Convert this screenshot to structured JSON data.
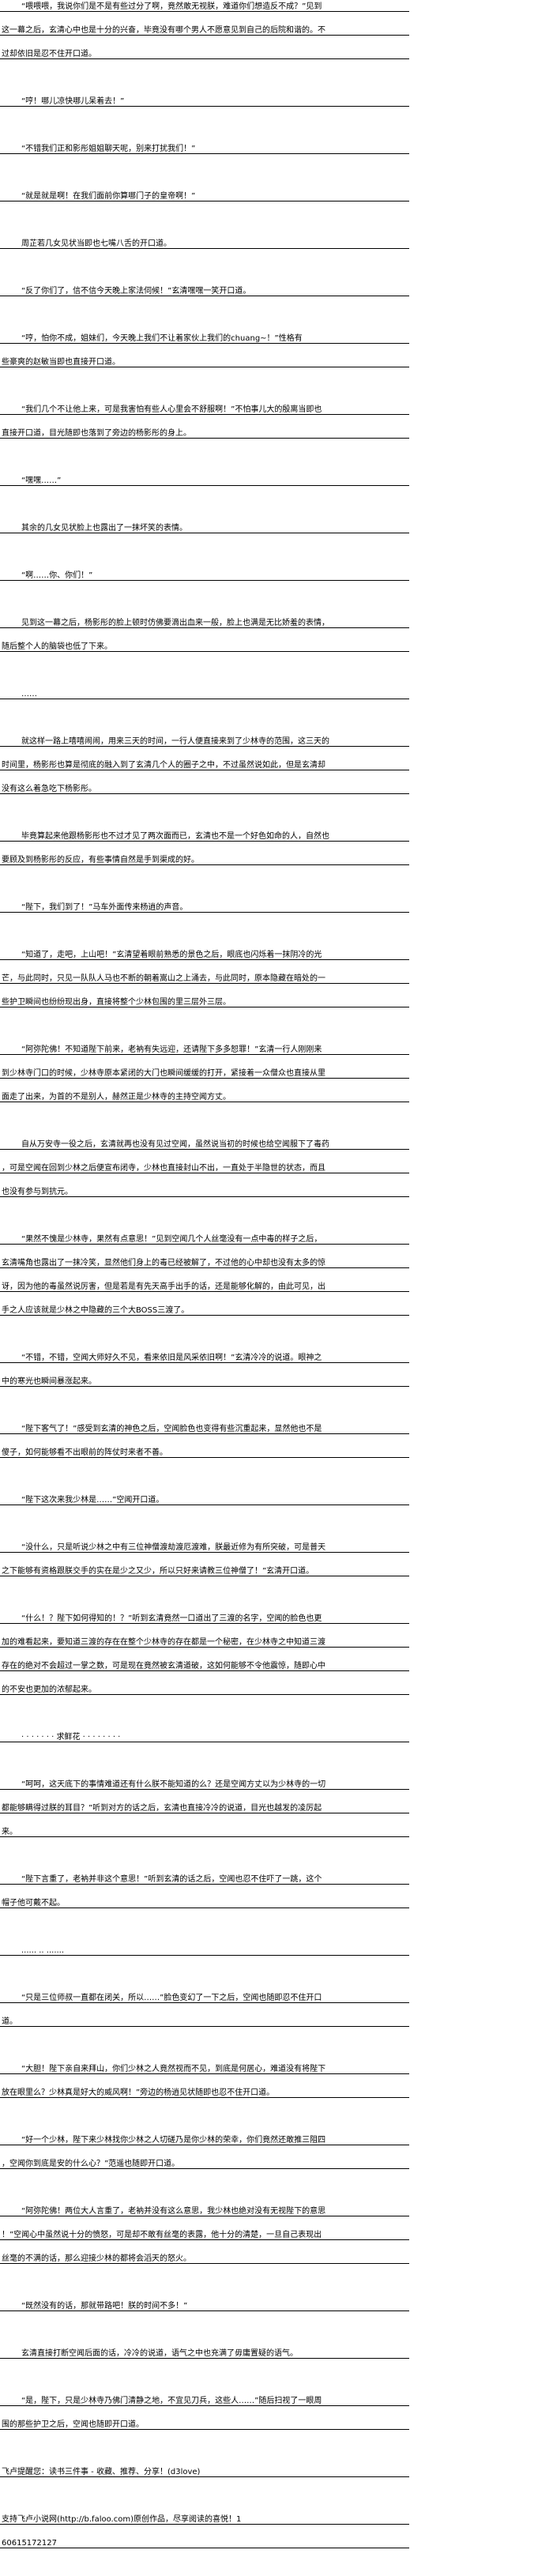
{
  "story": {
    "paragraphs": [
      [
        "“喂喂喂，我说你们是不是有些过分了啊，竟然敢无视朕，难道你们想造反不成？”见到",
        "这一幕之后，玄清心中也是十分的兴奋，毕竟没有哪个男人不愿意见到自己的后院和谐的。不",
        "过却依旧是忍不住开口道。"
      ],
      [
        "“哼！哪儿凉快哪儿呆着去！”"
      ],
      [
        "“不错我们正和影彤姐姐聊天呢，别来打扰我们！”"
      ],
      [
        "“就是就是啊！在我们面前你算哪门子的皇帝啊！”"
      ],
      [
        "周芷若几女见状当即也七嘴八舌的开口道。"
      ],
      [
        "“反了你们了，信不信今天晚上家法伺候！”玄清嘿嘿一笑开口道。"
      ],
      [
        "“哼，怕你不成，姐妹们，今天晚上我们不让着家伙上我们的chuang~！”性格有",
        "些豪爽的赵敏当即也直接开口道。"
      ],
      [
        "“我们几个不让他上来，可是我害怕有些人心里会不舒服啊！”不怕事儿大的殷离当即也",
        "直接开口道，目光随即也落到了旁边的杨影彤的身上。"
      ],
      [
        "“嘿嘿……”"
      ],
      [
        "其余的几女见状脸上也露出了一抹坏笑的表情。"
      ],
      [
        "“啊……你、你们！”"
      ],
      [
        "见到这一幕之后，杨影彤的脸上顿时仿佛要滴出血来一般，脸上也满是无比娇羞的表情，",
        "随后整个人的脑袋也低了下来。"
      ],
      [
        "……"
      ],
      [
        "就这样一路上嘻嘻闹闹，用来三天的时间，一行人便直接来到了少林寺的范围，这三天的",
        "时间里，杨影彤也算是彻底的融入到了玄清几个人的圈子之中，不过虽然说如此，但是玄清却",
        "没有这么着急吃下杨影彤。"
      ],
      [
        "毕竟算起来他跟杨影彤也不过才见了两次面而已，玄清也不是一个好色如命的人，自然也",
        "要顾及到杨影彤的反应，有些事情自然是手到渠成的好。"
      ],
      [
        "“陛下，我们到了！”马车外面传来杨逍的声音。"
      ],
      [
        "“知道了，走吧，上山吧！”玄清望着眼前熟悉的景色之后，眼底也闪烁着一抹阴冷的光",
        "芒，与此同时，只见一队队人马也不断的朝着嵩山之上涌去，与此同时，原本隐藏在暗处的一",
        "些护卫瞬间也纷纷现出身，直接将整个少林包围的里三层外三层。"
      ],
      [
        "“阿弥陀佛！不知道陛下前来，老衲有失远迎，还请陛下多多恕罪！”玄清一行人刚刚来",
        "到少林寺门口的时候，少林寺原本紧闭的大门也瞬间缓缓的打开，紧接着一众僧众也直接从里",
        "面走了出来，为首的不是别人，赫然正是少林寺的主持空闻方丈。"
      ],
      [
        "自从万安寺一役之后，玄清就再也没有见过空闻，虽然说当初的时候也给空闻服下了毒药",
        "，可是空闻在回到少林之后便宣布闭寺，少林也直接封山不出，一直处于半隐世的状态，而且",
        "也没有参与到抗元。"
      ],
      [
        "“果然不愧是少林寺，果然有点意思！”见到空闻几个人丝毫没有一点中毒的样子之后，",
        "玄清嘴角也露出了一抹冷笑，显然他们身上的毒已经被解了，不过他的心中却也没有太多的惊",
        "讶，因为他的毒虽然说厉害，但是若是有先天高手出手的话，还是能够化解的，由此可见，出",
        "手之人应该就是少林之中隐藏的三个大BOSS三渡了。"
      ],
      [
        "“不错，不错，空闻大师好久不见，看来依旧是风采依旧啊！”玄清冷冷的说道。眼神之",
        "中的寒光也瞬间暴涨起来。"
      ],
      [
        "“陛下客气了！”感受到玄清的神色之后，空闻脸色也变得有些沉重起来，显然他也不是",
        "傻子，如何能够看不出眼前的阵仗时来者不善。"
      ],
      [
        "“陛下这次来我少林是……”空闻开口道。"
      ],
      [
        "“没什么，只是听说少林之中有三位神僧渡劫渡厄渡难，朕最近修为有所突破，可是普天",
        "之下能够有资格跟朕交手的实在是少之又少，所以只好来请教三位神僧了！”玄清开口道。"
      ],
      [
        "“什么！？陛下如何得知的！？”听到玄清竟然一口道出了三渡的名字，空闻的脸色也更",
        "加的难看起来，要知道三渡的存在在整个少林寺的存在都是一个秘密，在少林寺之中知道三渡",
        "存在的绝对不会超过一掌之数，可是现在竟然被玄清道破，这如何能够不令他震惊，随即心中",
        "的不安也更加的浓郁起来。"
      ],
      [
        "· · · · · · · 求鲜花 · · · · · · · ·"
      ],
      [
        "“呵呵，这天底下的事情难道还有什么朕不能知道的么？还是空闻方丈以为少林寺的一切",
        "都能够瞒得过朕的耳目？”听到对方的话之后，玄清也直接冷冷的说道，目光也越发的凌厉起",
        "来。"
      ],
      [
        "“陛下言重了，老衲并非这个意思！”听到玄清的话之后，空闻也忍不住吓了一跳，这个",
        "帽子他可戴不起。"
      ],
      [
        "...... .. ......."
      ],
      [
        "“只是三位师叔一直都在闭关，所以……”脸色变幻了一下之后，空闻也随即忍不住开口",
        "道。"
      ],
      [
        "“大胆！陛下亲自来拜山，你们少林之人竟然视而不见，到底是何居心，难道没有将陛下",
        "放在眼里么？少林真是好大的威风啊！”旁边的杨逍见状随即也忍不住开口道。"
      ],
      [
        "“好一个少林，陛下来少林找你少林之人切磋乃是你少林的荣幸，你们竟然还敢推三阻四",
        "，空闻你到底是安的什么心？”范遥也随即开口道。"
      ],
      [
        "“阿弥陀佛！两位大人言重了，老衲并没有这么意思，我少林也绝对没有无视陛下的意思",
        "！”空闻心中虽然说十分的愤怒，可是却不敢有丝毫的表露，他十分的清楚，一旦自己表现出",
        "丝毫的不满的话，那么迎接少林的都将会滔天的怒火。"
      ],
      [
        "“既然没有的话，那就带路吧！朕的时间不多！”"
      ],
      [
        "玄清直接打断空闻后面的话，冷冷的说道，语气之中也充满了毋庸置疑的语气。"
      ],
      [
        "“是，陛下，只是少林寺乃佛门清静之地，不宜见刀兵，这些人……”随后扫视了一眼周",
        "围的那些护卫之后，空闻也随即开口道。"
      ]
    ]
  },
  "footer": {
    "paragraphs": [
      [
        "飞卢提醒您：读书三件事 - 收藏、推荐、分享！(d3love)"
      ],
      [
        "支持飞卢小说网(http://b.faloo.com)原创作品，尽享阅读的喜悦！1",
        "60615172127"
      ]
    ]
  }
}
